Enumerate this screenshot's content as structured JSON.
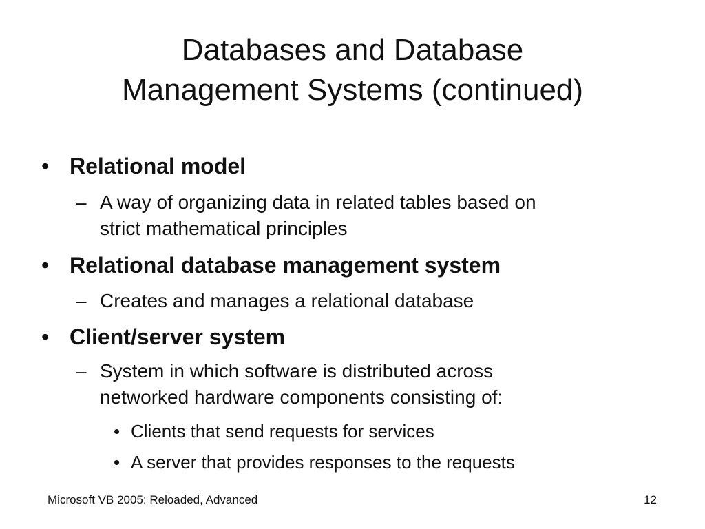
{
  "title": {
    "line1": "Databases and Database",
    "line2": "Management Systems (continued)"
  },
  "bullet_glyph": "•",
  "dash_glyph": "–",
  "items": [
    {
      "heading": "Relational model",
      "sub": {
        "line1": "A way of organizing data in related tables based on",
        "line2": "strict mathematical principles"
      }
    },
    {
      "heading": "Relational database management system",
      "sub": {
        "line1": "Creates and manages a relational database"
      }
    },
    {
      "heading": "Client/server system",
      "sub": {
        "line1": "System in which software is distributed across",
        "line2": "networked hardware components consisting of:"
      },
      "subsub": [
        "Clients that send requests for services",
        "A server that provides responses to the requests"
      ]
    }
  ],
  "footer": {
    "left": "Microsoft VB 2005: Reloaded, Advanced",
    "page_number": "12"
  }
}
